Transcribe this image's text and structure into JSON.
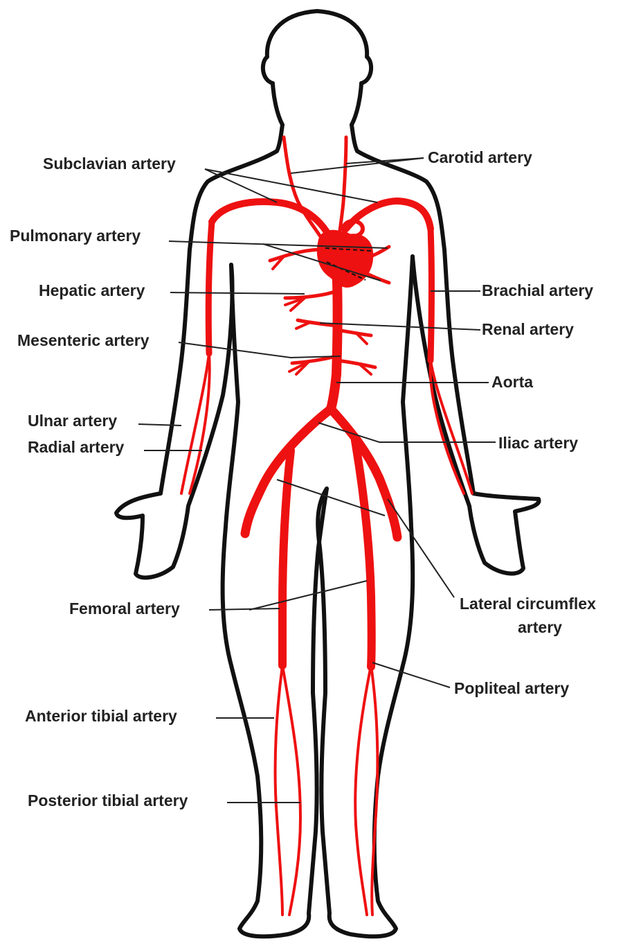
{
  "colors": {
    "outline": "#111111",
    "artery": "#ee1111",
    "leader": "#222222",
    "background": "#ffffff"
  },
  "labels": {
    "subclavian": "Subclavian artery",
    "carotid": "Carotid artery",
    "pulmonary": "Pulmonary artery",
    "hepatic": "Hepatic artery",
    "brachial": "Brachial artery",
    "renal": "Renal artery",
    "mesenteric": "Mesenteric artery",
    "aorta": "Aorta",
    "ulnar": "Ulnar artery",
    "radial": "Radial artery",
    "iliac": "Iliac artery",
    "femoral": "Femoral artery",
    "lateral_circumflex_line1": "Lateral circumflex",
    "lateral_circumflex_line2": "artery",
    "popliteal": "Popliteal artery",
    "anterior_tibial": "Anterior tibial artery",
    "posterior_tibial": "Posterior tibial artery"
  }
}
